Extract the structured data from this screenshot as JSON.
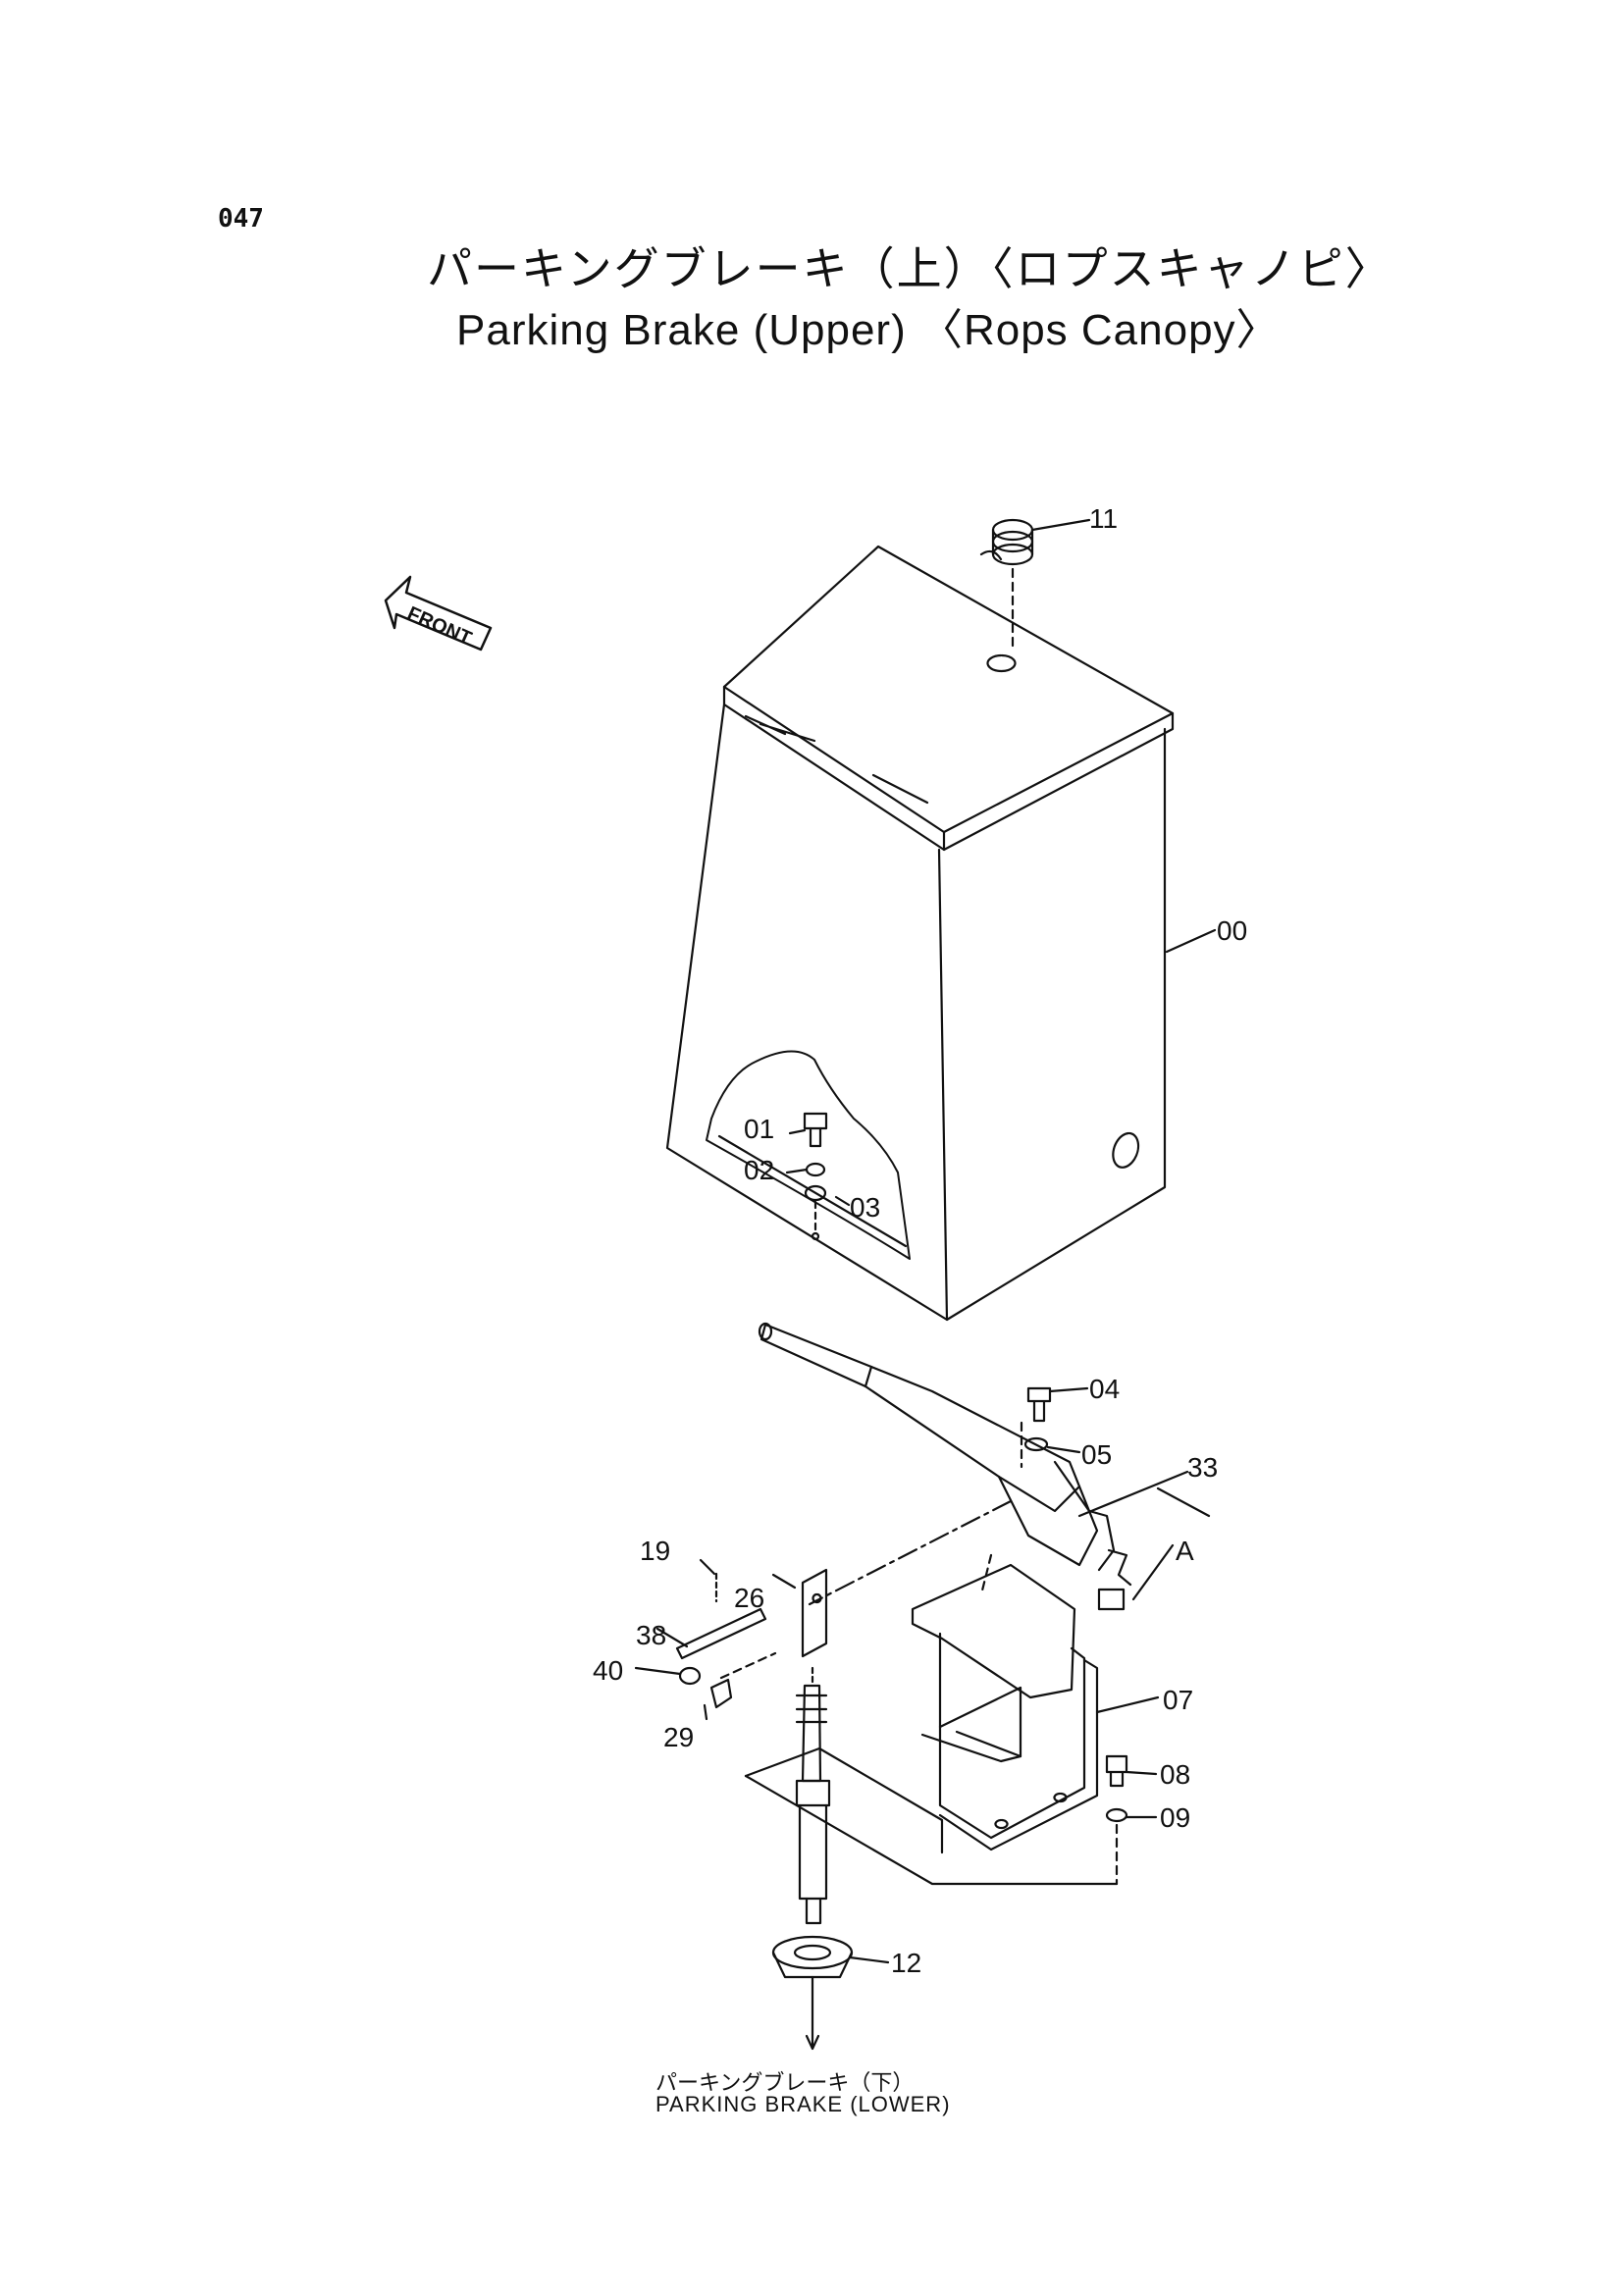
{
  "page": {
    "number": "047"
  },
  "title": {
    "japanese": "パーキングブレーキ（上）〈ロプスキャノピ〉",
    "english": "Parking Brake (Upper) 〈Rops Canopy〉"
  },
  "front_marker": "FRONT",
  "callouts": [
    "11",
    "00",
    "01",
    "02",
    "03",
    "04",
    "05",
    "33",
    "A",
    "19",
    "26",
    "38",
    "40",
    "29",
    "07",
    "08",
    "09",
    "12"
  ],
  "footer": {
    "japanese": "パーキングブレーキ（下）",
    "english": "PARKING  BRAKE (LOWER)"
  }
}
